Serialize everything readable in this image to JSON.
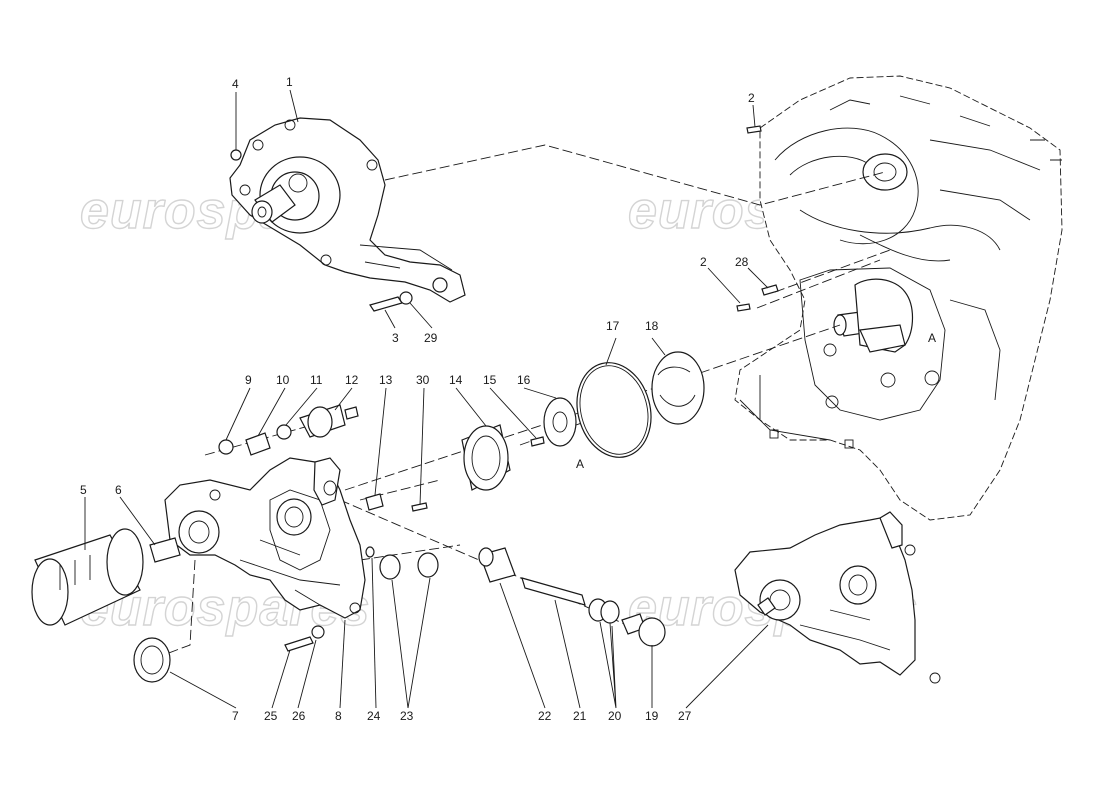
{
  "watermark": {
    "text": "eurospares",
    "color": "#d4d4d4"
  },
  "callouts": [
    "1",
    "2",
    "3",
    "4",
    "5",
    "6",
    "7",
    "8",
    "9",
    "10",
    "11",
    "12",
    "13",
    "14",
    "15",
    "16",
    "17",
    "18",
    "19",
    "20",
    "21",
    "22",
    "23",
    "24",
    "25",
    "26",
    "27",
    "28",
    "29",
    "30"
  ],
  "labels": {
    "n1": "1",
    "n2a": "2",
    "n2b": "2",
    "n3": "3",
    "n4": "4",
    "n5": "5",
    "n6": "6",
    "n7": "7",
    "n8": "8",
    "n9": "9",
    "n10": "10",
    "n11": "11",
    "n12": "12",
    "n13": "13",
    "n14": "14",
    "n15": "15",
    "n16": "16",
    "n17": "17",
    "n18": "18",
    "n19": "19",
    "n20": "20",
    "n21": "21",
    "n22": "22",
    "n23": "23",
    "n24": "24",
    "n25": "25",
    "n26": "26",
    "n27": "27",
    "n28": "28",
    "n29": "29",
    "n30": "30",
    "refA1": "A",
    "refA2": "A"
  },
  "colors": {
    "line": "#1a1a1a",
    "background": "#ffffff"
  }
}
